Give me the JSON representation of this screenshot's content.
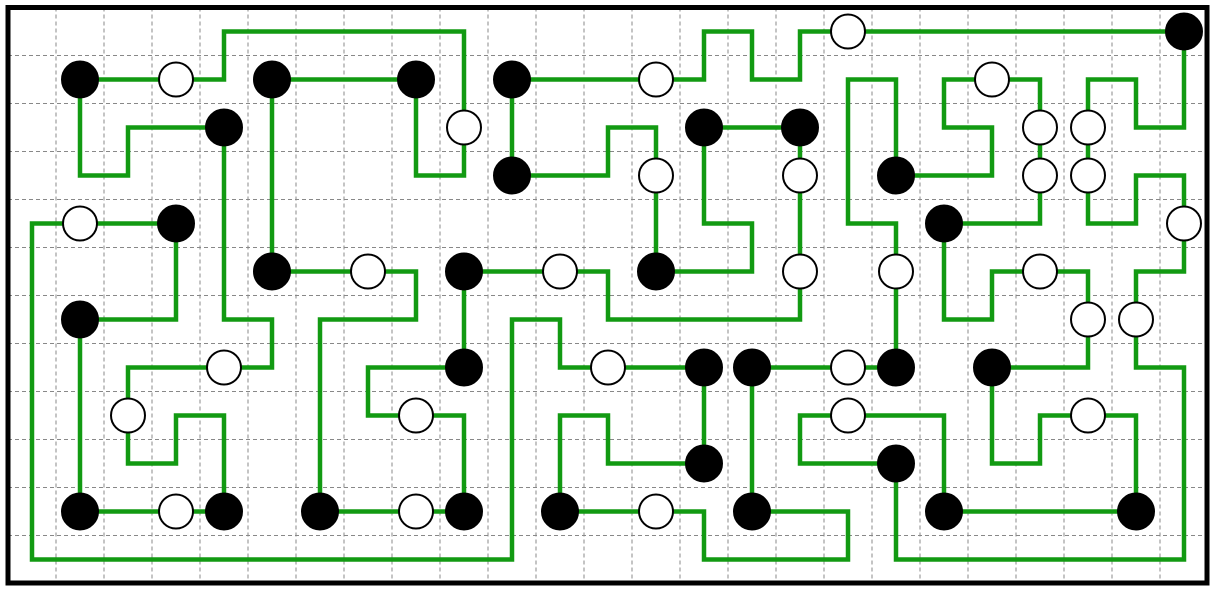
{
  "puzzle": {
    "type": "masyu",
    "cols": 25,
    "rows": 12,
    "colors": {
      "background": "#ffffff",
      "grid": "#888888",
      "border": "#000000",
      "loop": "#129a12",
      "black_pearl": "#000000",
      "white_pearl": "#ffffff",
      "pearl_outline": "#000000"
    },
    "black_pearls": [
      [
        24,
        0
      ],
      [
        1,
        1
      ],
      [
        5,
        1
      ],
      [
        8,
        1
      ],
      [
        10,
        1
      ],
      [
        4,
        2
      ],
      [
        14,
        2
      ],
      [
        16,
        2
      ],
      [
        10,
        3
      ],
      [
        18,
        3
      ],
      [
        3,
        4
      ],
      [
        19,
        4
      ],
      [
        5,
        5
      ],
      [
        9,
        5
      ],
      [
        13,
        5
      ],
      [
        1,
        6
      ],
      [
        9,
        7
      ],
      [
        14,
        7
      ],
      [
        15,
        7
      ],
      [
        18,
        7
      ],
      [
        20,
        7
      ],
      [
        14,
        9
      ],
      [
        18,
        9
      ],
      [
        1,
        10
      ],
      [
        4,
        10
      ],
      [
        6,
        10
      ],
      [
        9,
        10
      ],
      [
        11,
        10
      ],
      [
        15,
        10
      ],
      [
        19,
        10
      ],
      [
        23,
        10
      ]
    ],
    "white_pearls": [
      [
        17,
        0
      ],
      [
        3,
        1
      ],
      [
        13,
        1
      ],
      [
        20,
        1
      ],
      [
        9,
        2
      ],
      [
        21,
        2
      ],
      [
        22,
        2
      ],
      [
        13,
        3
      ],
      [
        16,
        3
      ],
      [
        21,
        3
      ],
      [
        22,
        3
      ],
      [
        1,
        4
      ],
      [
        24,
        4
      ],
      [
        7,
        5
      ],
      [
        11,
        5
      ],
      [
        16,
        5
      ],
      [
        18,
        5
      ],
      [
        21,
        5
      ],
      [
        22,
        6
      ],
      [
        23,
        6
      ],
      [
        4,
        7
      ],
      [
        12,
        7
      ],
      [
        17,
        7
      ],
      [
        2,
        8
      ],
      [
        8,
        8
      ],
      [
        17,
        8
      ],
      [
        22,
        8
      ],
      [
        3,
        10
      ],
      [
        8,
        10
      ],
      [
        13,
        10
      ]
    ],
    "loop": [
      [
        0,
        4
      ],
      [
        3,
        4
      ],
      [
        3,
        6
      ],
      [
        1,
        6
      ],
      [
        1,
        10
      ],
      [
        4,
        10
      ],
      [
        4,
        8
      ],
      [
        3,
        8
      ],
      [
        3,
        9
      ],
      [
        2,
        9
      ],
      [
        2,
        7
      ],
      [
        5,
        7
      ],
      [
        5,
        6
      ],
      [
        4,
        6
      ],
      [
        4,
        2
      ],
      [
        2,
        2
      ],
      [
        2,
        3
      ],
      [
        1,
        3
      ],
      [
        1,
        1
      ],
      [
        4,
        1
      ],
      [
        4,
        0
      ],
      [
        9,
        0
      ],
      [
        9,
        3
      ],
      [
        8,
        3
      ],
      [
        8,
        1
      ],
      [
        5,
        1
      ],
      [
        5,
        5
      ],
      [
        8,
        5
      ],
      [
        8,
        6
      ],
      [
        6,
        6
      ],
      [
        6,
        10
      ],
      [
        9,
        10
      ],
      [
        9,
        8
      ],
      [
        7,
        8
      ],
      [
        7,
        7
      ],
      [
        9,
        7
      ],
      [
        9,
        5
      ],
      [
        12,
        5
      ],
      [
        12,
        6
      ],
      [
        16,
        6
      ],
      [
        16,
        2
      ],
      [
        14,
        2
      ],
      [
        14,
        4
      ],
      [
        15,
        4
      ],
      [
        15,
        5
      ],
      [
        13,
        5
      ],
      [
        13,
        2
      ],
      [
        12,
        2
      ],
      [
        12,
        3
      ],
      [
        10,
        3
      ],
      [
        10,
        1
      ],
      [
        14,
        1
      ],
      [
        14,
        0
      ],
      [
        15,
        0
      ],
      [
        15,
        1
      ],
      [
        16,
        1
      ],
      [
        16,
        0
      ],
      [
        24,
        0
      ],
      [
        24,
        2
      ],
      [
        23,
        2
      ],
      [
        23,
        1
      ],
      [
        22,
        1
      ],
      [
        22,
        4
      ],
      [
        23,
        4
      ],
      [
        23,
        3
      ],
      [
        24,
        3
      ],
      [
        24,
        5
      ],
      [
        23,
        5
      ],
      [
        23,
        7
      ],
      [
        24,
        7
      ],
      [
        24,
        11
      ],
      [
        18,
        11
      ],
      [
        18,
        9
      ],
      [
        16,
        9
      ],
      [
        16,
        8
      ],
      [
        19,
        8
      ],
      [
        19,
        10
      ],
      [
        23,
        10
      ],
      [
        23,
        8
      ],
      [
        21,
        8
      ],
      [
        21,
        9
      ],
      [
        20,
        9
      ],
      [
        20,
        7
      ],
      [
        22,
        7
      ],
      [
        22,
        5
      ],
      [
        20,
        5
      ],
      [
        20,
        6
      ],
      [
        19,
        6
      ],
      [
        19,
        4
      ],
      [
        21,
        4
      ],
      [
        21,
        1
      ],
      [
        19,
        1
      ],
      [
        19,
        2
      ],
      [
        20,
        2
      ],
      [
        20,
        3
      ],
      [
        18,
        3
      ],
      [
        18,
        1
      ],
      [
        17,
        1
      ],
      [
        17,
        4
      ],
      [
        18,
        4
      ],
      [
        18,
        7
      ],
      [
        15,
        7
      ],
      [
        15,
        10
      ],
      [
        17,
        10
      ],
      [
        17,
        11
      ],
      [
        14,
        11
      ],
      [
        14,
        10
      ],
      [
        11,
        10
      ],
      [
        11,
        8
      ],
      [
        12,
        8
      ],
      [
        12,
        9
      ],
      [
        14,
        9
      ],
      [
        14,
        7
      ],
      [
        11,
        7
      ],
      [
        11,
        6
      ],
      [
        10,
        6
      ],
      [
        10,
        11
      ],
      [
        0,
        11
      ],
      [
        0,
        4
      ]
    ]
  }
}
